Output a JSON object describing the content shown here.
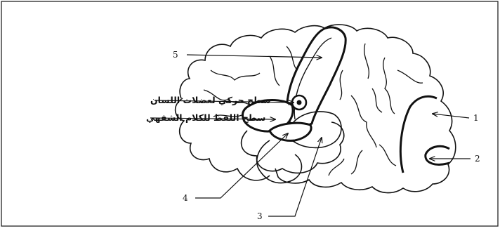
{
  "figure": {
    "type": "brain lateral view diagram",
    "labels": {
      "motor_tongue": "سطح حركي لعضلات اللسان",
      "articulation": "سطح اللفظ للكلام الشفهي",
      "n1": "1",
      "n2": "2",
      "n3": "3",
      "n4": "4",
      "n5": "5"
    },
    "colors": {
      "ink": "#111111",
      "background": "#ffffff"
    }
  }
}
